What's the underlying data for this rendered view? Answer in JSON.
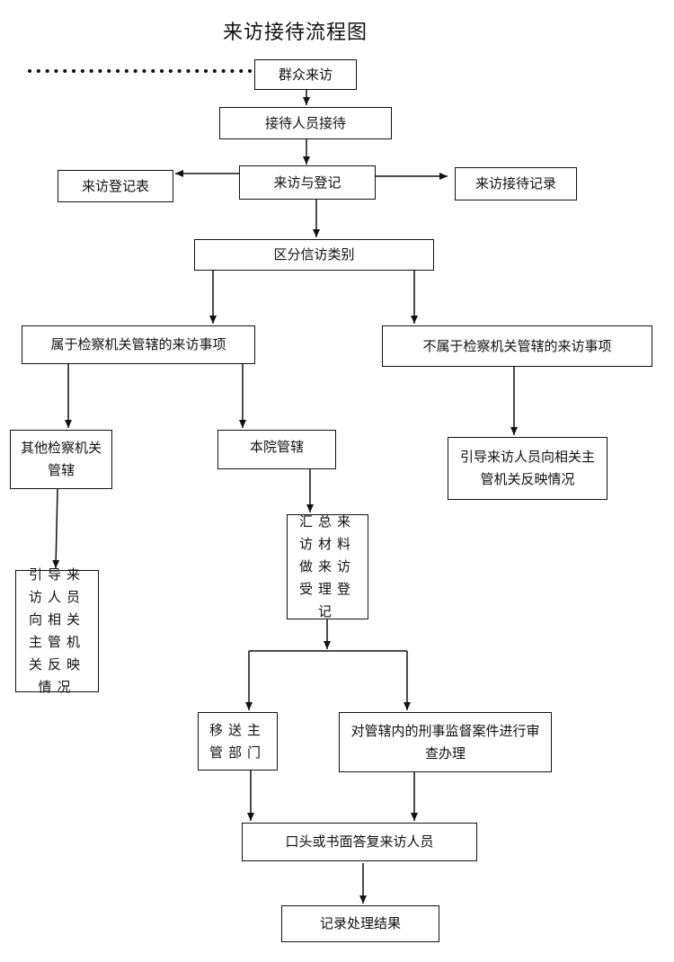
{
  "title": "来访接待流程图",
  "nodes": {
    "visit": "群众来访",
    "reception": "接待人员接待",
    "register": "来访与登记",
    "reg_form": "来访登记表",
    "record": "来访接待记录",
    "classify": "区分信访类别",
    "in_scope": "属于检察机关管辖的来访事项",
    "out_scope": "不属于检察机关管辖的来访事项",
    "other_org": "其他检察机关管辖",
    "this_court": "本院管辖",
    "guide_right": "引导来访人员向相关主管机关反映情况",
    "guide_left": "引导来访人员向相关主管机关反映情况",
    "summary": "汇总来访材料做来访受理登记",
    "transfer": "移送主管部门",
    "review": "对管辖内的刑事监督案件进行审查办理",
    "reply": "口头或书面答复来访人员",
    "result": "记录处理结果"
  }
}
